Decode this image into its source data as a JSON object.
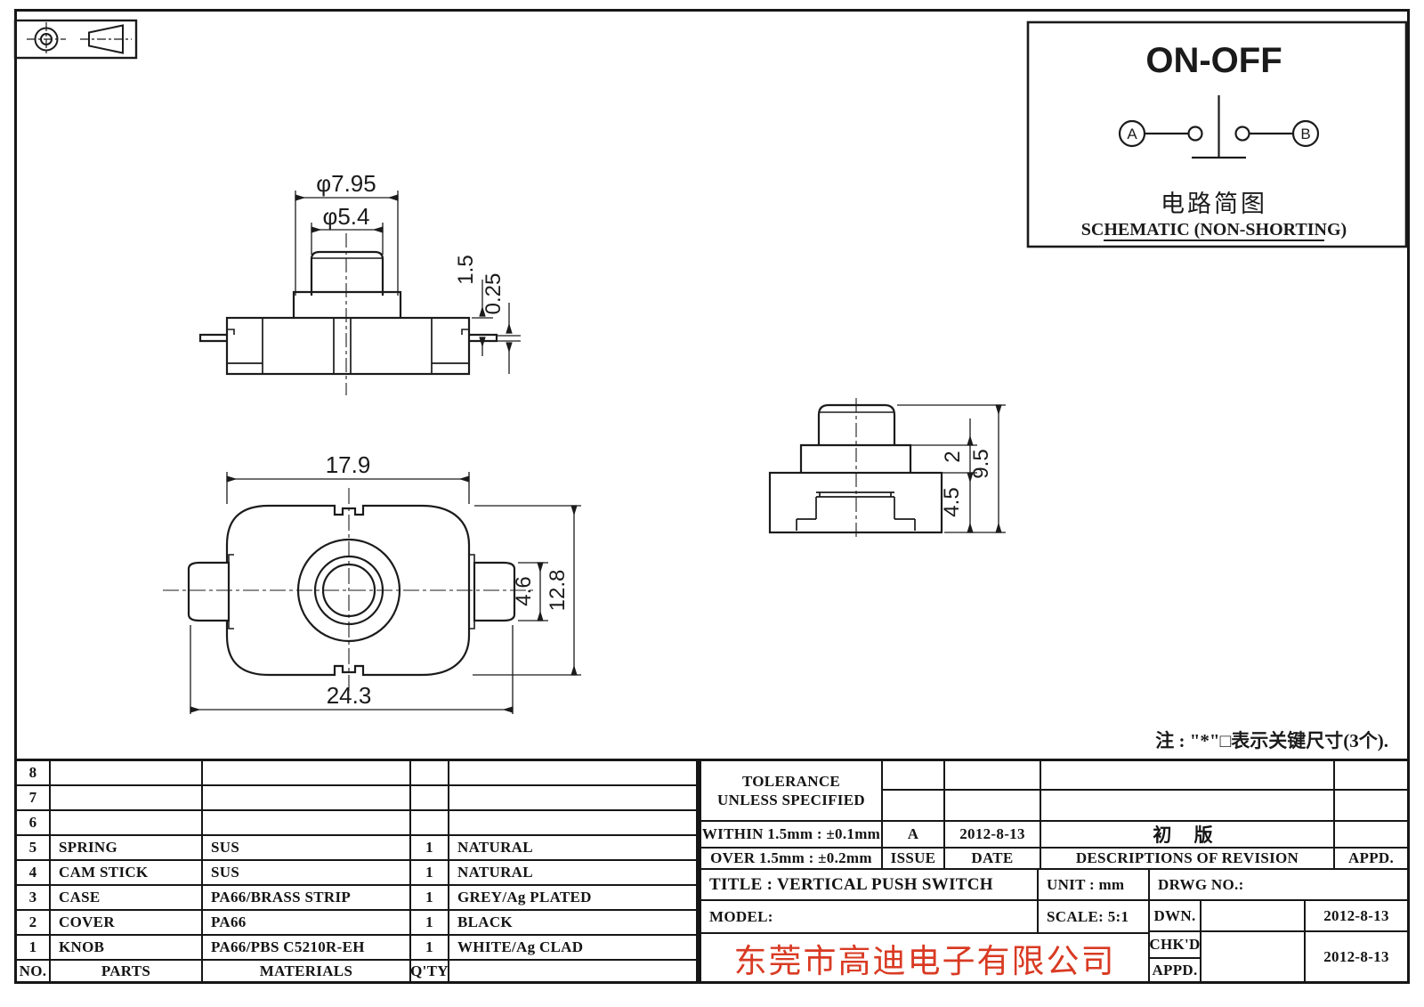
{
  "drawing": {
    "note": "注 : \"*\"□表示关键尺寸(3个).",
    "schematic": {
      "title": "ON-OFF",
      "terminal_a": "A",
      "terminal_b": "B",
      "caption_cn": "电路简图",
      "caption_en": "SCHEMATIC (NON-SHORTING)"
    },
    "front_view": {
      "dim_collar": "φ7.95",
      "dim_knob": "φ5.4",
      "dim_step": "1.5",
      "dim_lead": "0.25"
    },
    "top_view": {
      "dim_body_width": "17.9",
      "dim_total_width": "24.3",
      "dim_tab_height": "4.6",
      "dim_body_height": "12.8"
    },
    "side_view": {
      "dim_step_height": "2",
      "dim_base_height": "4.5",
      "dim_total_height": "9.5"
    }
  },
  "parts_table": {
    "headers": {
      "no": "NO.",
      "parts": "PARTS",
      "materials": "MATERIALS",
      "qty": "Q'TY"
    },
    "rows": [
      {
        "no": "8",
        "part": "",
        "material": "",
        "qty": "",
        "finish": ""
      },
      {
        "no": "7",
        "part": "",
        "material": "",
        "qty": "",
        "finish": ""
      },
      {
        "no": "6",
        "part": "",
        "material": "",
        "qty": "",
        "finish": ""
      },
      {
        "no": "5",
        "part": "SPRING",
        "material": "SUS",
        "qty": "1",
        "finish": "NATURAL"
      },
      {
        "no": "4",
        "part": "CAM STICK",
        "material": "SUS",
        "qty": "1",
        "finish": "NATURAL"
      },
      {
        "no": "3",
        "part": "CASE",
        "material": "PA66/BRASS STRIP",
        "qty": "1",
        "finish": "GREY/Ag PLATED"
      },
      {
        "no": "2",
        "part": "COVER",
        "material": "PA66",
        "qty": "1",
        "finish": "BLACK"
      },
      {
        "no": "1",
        "part": "KNOB",
        "material": "PA66/PBS C5210R-EH",
        "qty": "1",
        "finish": "WHITE/Ag CLAD"
      }
    ]
  },
  "tolerance_block": {
    "line1": "TOLERANCE",
    "line2": "UNLESS  SPECIFIED",
    "within": "WITHIN 1.5mm : ±0.1mm",
    "over": "OVER 1.5mm : ±0.2mm"
  },
  "revision_block": {
    "issue_value": "A",
    "issue_label": "ISSUE",
    "date_value": "2012-8-13",
    "date_label": "DATE",
    "description_value": "初  版",
    "description_label": "DESCRIPTIONS OF REVISION",
    "appd_label": "APPD."
  },
  "title_block": {
    "title": "TITLE :  VERTICAL PUSH SWITCH",
    "unit": "UNIT :  mm",
    "drwg_no": "DRWG NO.:",
    "model": "MODEL:",
    "scale": "SCALE:  5:1",
    "dwn_label": "DWN.",
    "chkd_label": "CHK'D",
    "appd_label": "APPD.",
    "dwn_date": "2012-8-13",
    "chkd_appd_date": "2012-8-13",
    "company": "东莞市高迪电子有限公司",
    "company_color": "#d93a23"
  }
}
